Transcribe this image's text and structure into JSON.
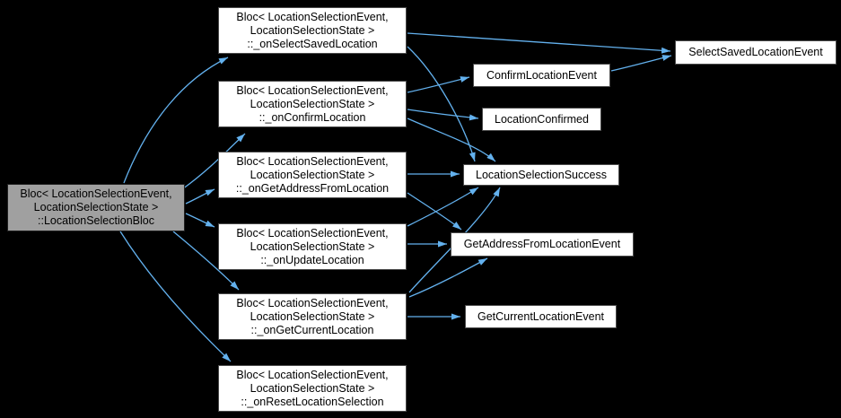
{
  "diagram": {
    "kind": "call-graph",
    "background_color": "#000000",
    "arrow_color": "#63b1ee",
    "main_node_fill": "#a0a0a0",
    "node_fill": "#ffffff",
    "nodes": {
      "bloc": {
        "label": "Bloc< LocationSelectionEvent,\nLocationSelectionState >\n::LocationSelectionBloc",
        "highlighted": true
      },
      "onSelectSavedLocation": {
        "label": "Bloc< LocationSelectionEvent,\nLocationSelectionState >\n::_onSelectSavedLocation"
      },
      "onConfirmLocation": {
        "label": "Bloc< LocationSelectionEvent,\nLocationSelectionState >\n::_onConfirmLocation"
      },
      "onGetAddressFromLocation": {
        "label": "Bloc< LocationSelectionEvent,\nLocationSelectionState >\n::_onGetAddressFromLocation"
      },
      "onUpdateLocation": {
        "label": "Bloc< LocationSelectionEvent,\nLocationSelectionState >\n::_onUpdateLocation"
      },
      "onGetCurrentLocation": {
        "label": "Bloc< LocationSelectionEvent,\nLocationSelectionState >\n::_onGetCurrentLocation"
      },
      "onResetLocationSelection": {
        "label": "Bloc< LocationSelectionEvent,\nLocationSelectionState >\n::_onResetLocationSelection"
      },
      "selectSavedLocationEvent": {
        "label": "SelectSavedLocationEvent"
      },
      "confirmLocationEvent": {
        "label": "ConfirmLocationEvent"
      },
      "locationConfirmed": {
        "label": "LocationConfirmed"
      },
      "locationSelectionSuccess": {
        "label": "LocationSelectionSuccess"
      },
      "getAddressFromLocationEvent": {
        "label": "GetAddressFromLocationEvent"
      },
      "getCurrentLocationEvent": {
        "label": "GetCurrentLocationEvent"
      }
    },
    "edges": [
      {
        "from": "bloc",
        "to": "onSelectSavedLocation"
      },
      {
        "from": "bloc",
        "to": "onConfirmLocation"
      },
      {
        "from": "bloc",
        "to": "onGetAddressFromLocation"
      },
      {
        "from": "bloc",
        "to": "onUpdateLocation"
      },
      {
        "from": "bloc",
        "to": "onGetCurrentLocation"
      },
      {
        "from": "bloc",
        "to": "onResetLocationSelection"
      },
      {
        "from": "onSelectSavedLocation",
        "to": "selectSavedLocationEvent"
      },
      {
        "from": "onSelectSavedLocation",
        "to": "locationSelectionSuccess"
      },
      {
        "from": "onConfirmLocation",
        "to": "confirmLocationEvent"
      },
      {
        "from": "onConfirmLocation",
        "to": "locationConfirmed"
      },
      {
        "from": "onConfirmLocation",
        "to": "locationSelectionSuccess"
      },
      {
        "from": "confirmLocationEvent",
        "to": "selectSavedLocationEvent"
      },
      {
        "from": "onGetAddressFromLocation",
        "to": "locationSelectionSuccess"
      },
      {
        "from": "onGetAddressFromLocation",
        "to": "getAddressFromLocationEvent"
      },
      {
        "from": "onUpdateLocation",
        "to": "locationSelectionSuccess"
      },
      {
        "from": "onUpdateLocation",
        "to": "getAddressFromLocationEvent"
      },
      {
        "from": "onGetCurrentLocation",
        "to": "locationSelectionSuccess"
      },
      {
        "from": "onGetCurrentLocation",
        "to": "getAddressFromLocationEvent"
      },
      {
        "from": "onGetCurrentLocation",
        "to": "getCurrentLocationEvent"
      }
    ]
  }
}
